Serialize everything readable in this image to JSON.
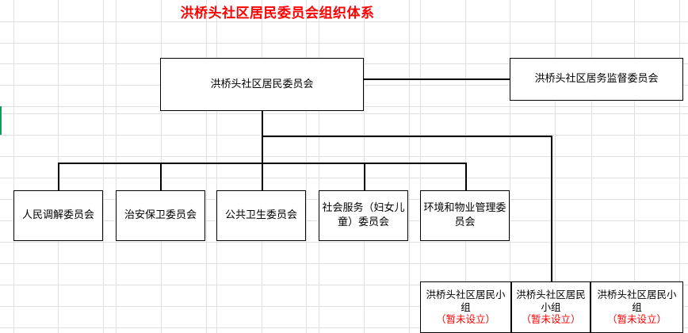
{
  "document": {
    "type": "spreadsheet-org-chart",
    "title": "洪桥头社区居民委员会组织体系",
    "title_color": "#ff0000"
  },
  "org_chart": {
    "root": {
      "label": "洪桥头社区居民委员会"
    },
    "supervisory": {
      "label": "洪桥头社区居务监督委员会"
    },
    "committees": [
      {
        "label": "人民调解委员会"
      },
      {
        "label": "治安保卫委员会"
      },
      {
        "label": "公共卫生委员会"
      },
      {
        "label": "社会服务（妇女儿童）委员会"
      },
      {
        "label": "环境和物业管理委员会"
      }
    ],
    "resident_groups": [
      {
        "label": "洪桥头社区居民小组",
        "status": "（暂未设立）",
        "status_color": "#ff0000"
      },
      {
        "label": "洪桥头社区居民小组",
        "status": "（暂未设立）",
        "status_color": "#ff0000"
      },
      {
        "label": "洪桥头社区居民小组",
        "status": "（暂未设立）",
        "status_color": "#ff0000"
      }
    ]
  },
  "grid": {
    "line_color": "#e0e0e0",
    "selection_marker_color": "#0f9d58",
    "columns_x": [
      17,
      73,
      130,
      146,
      203,
      260,
      273,
      330,
      386,
      402,
      459,
      516,
      530,
      587,
      643,
      700,
      746,
      800,
      857
    ],
    "rows_y": [
      27,
      54,
      80,
      107,
      134,
      143,
      170,
      197,
      224,
      251,
      278,
      305,
      332,
      359,
      386,
      413
    ]
  }
}
